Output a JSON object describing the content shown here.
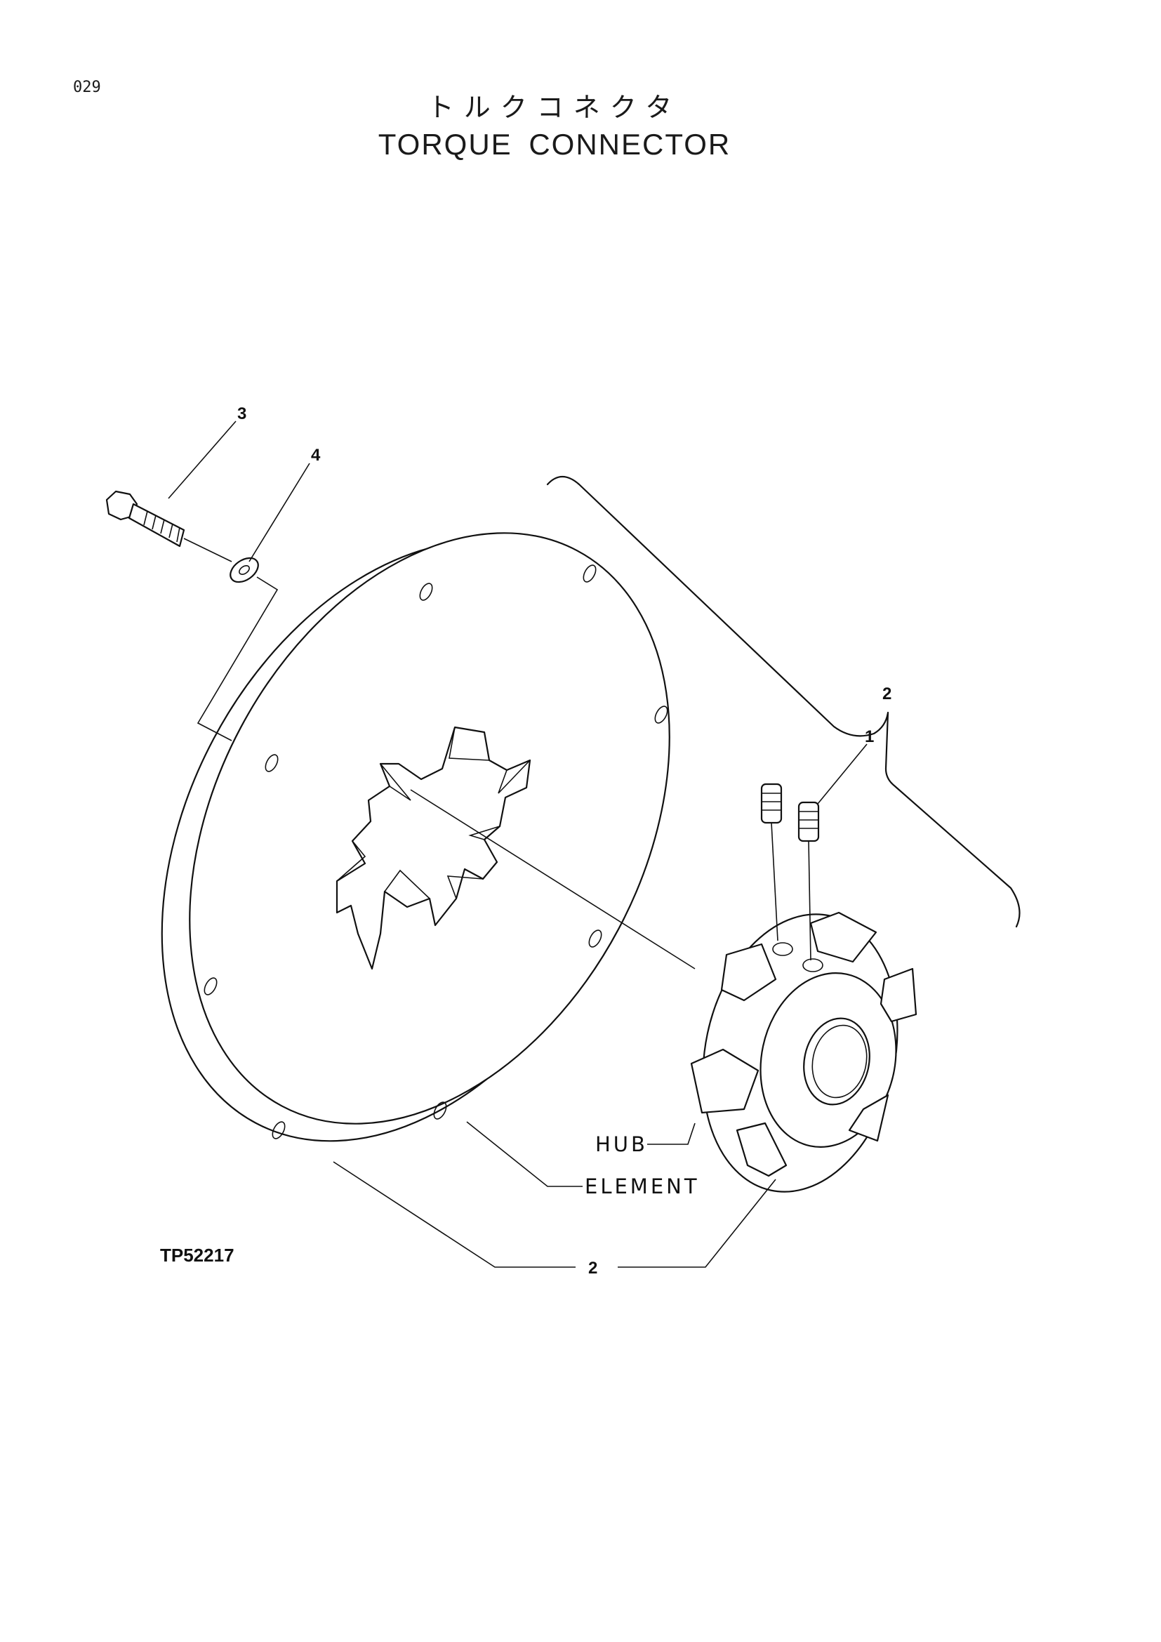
{
  "page_number": "029",
  "title": {
    "japanese": "トルクコネクタ",
    "english": "TORQUE CONNECTOR"
  },
  "figure_code": "TP52217",
  "callouts": [
    {
      "id": "callout-3",
      "label": "3"
    },
    {
      "id": "callout-4",
      "label": "4"
    },
    {
      "id": "callout-2-top",
      "label": "2"
    },
    {
      "id": "callout-1",
      "label": "1"
    },
    {
      "id": "callout-2-bottom",
      "label": "2"
    }
  ],
  "component_labels": {
    "hub": "HUB",
    "element": "ELEMENT"
  }
}
